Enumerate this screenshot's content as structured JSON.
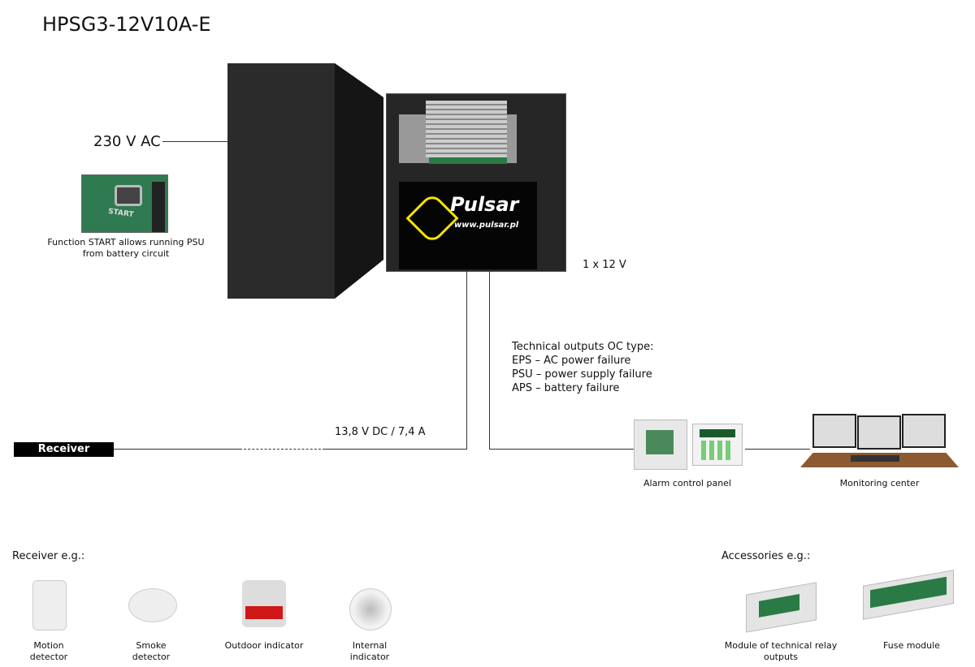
{
  "title": "HPSG3-12V10A-E",
  "input_label": "230 V AC",
  "start_caption": "Function START allows running PSU from battery circuit",
  "start_button_text": "START",
  "logo": {
    "brand": "Pulsar",
    "url": "www.pulsar.pl"
  },
  "battery_label": "1 x 12 V",
  "output_label": "13,8 V DC / 7,4 A",
  "receiver_label": "Receiver",
  "technical_outputs": [
    "Technical outputs OC type:",
    "EPS – AC power failure",
    "PSU – power supply failure",
    "APS – battery failure"
  ],
  "alarm_panel_label": "Alarm control panel",
  "monitoring_label": "Monitoring center",
  "receivers_heading": "Receiver e.g.:",
  "receivers": [
    "Motion detector",
    "Smoke detector",
    "Outdoor indicator",
    "Internal indicator"
  ],
  "accessories_heading": "Accessories e.g.:",
  "accessories": [
    "Module of technical relay outputs",
    "Fuse module"
  ]
}
